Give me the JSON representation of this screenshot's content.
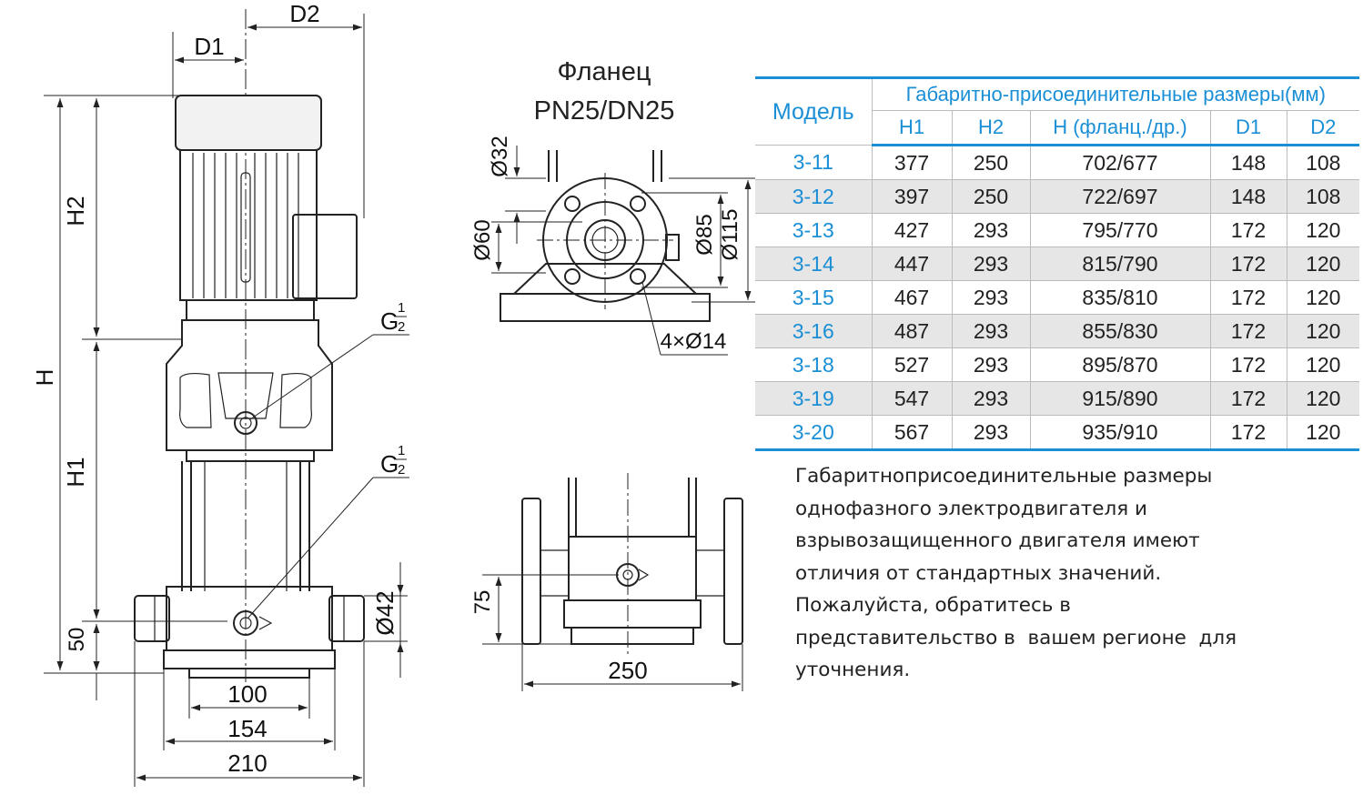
{
  "flange": {
    "title_line1": "Фланец",
    "title_line2": "PN25/DN25",
    "d32": "Ø32",
    "d60": "Ø60",
    "d85": "Ø85",
    "d115": "Ø115",
    "holes": "4×Ø14"
  },
  "front_view": {
    "d1": "D1",
    "d2": "D2",
    "h": "H",
    "h1": "H1",
    "h2": "H2",
    "g": "G",
    "g_num": "1",
    "g_den": "2",
    "dim_50": "50",
    "dim_100": "100",
    "dim_154": "154",
    "dim_210": "210",
    "dim_42": "Ø42"
  },
  "side_view": {
    "dim_75": "75",
    "dim_250": "250"
  },
  "table": {
    "model_header": "Модель",
    "group_header": "Габаритно-присоединительные размеры(мм)",
    "columns": [
      "H1",
      "H2",
      "H (фланц./др.)",
      "D1",
      "D2"
    ],
    "rows": [
      [
        "3-11",
        "377",
        "250",
        "702/677",
        "148",
        "108"
      ],
      [
        "3-12",
        "397",
        "250",
        "722/697",
        "148",
        "108"
      ],
      [
        "3-13",
        "427",
        "293",
        "795/770",
        "172",
        "120"
      ],
      [
        "3-14",
        "447",
        "293",
        "815/790",
        "172",
        "120"
      ],
      [
        "3-15",
        "467",
        "293",
        "835/810",
        "172",
        "120"
      ],
      [
        "3-16",
        "487",
        "293",
        "855/830",
        "172",
        "120"
      ],
      [
        "3-18",
        "527",
        "293",
        "895/870",
        "172",
        "120"
      ],
      [
        "3-19",
        "547",
        "293",
        "915/890",
        "172",
        "120"
      ],
      [
        "3-20",
        "567",
        "293",
        "935/910",
        "172",
        "120"
      ]
    ]
  },
  "note": [
    "Габаритноприсоединительные размеры",
    "однофазного электродвигателя и",
    "взрывозащищенного двигателя имеют",
    "отличия от стандартных значений.",
    "Пожалуйста, обратитесь в",
    "представительство в  вашем регионе  для",
    "уточнения."
  ],
  "colors": {
    "accent": "#1a8fd6",
    "stripe": "#e6e6e6",
    "line": "#222222"
  }
}
